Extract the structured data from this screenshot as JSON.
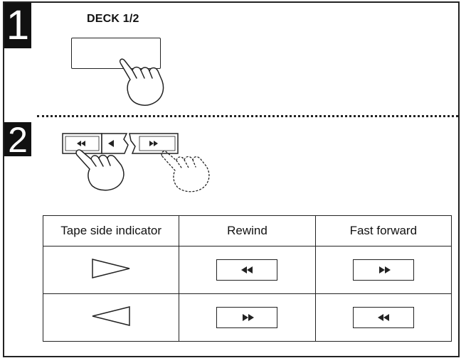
{
  "steps": {
    "step1_number": "1",
    "step2_number": "2"
  },
  "deck": {
    "label": "DECK 1/2"
  },
  "table": {
    "headers": [
      "Tape side indicator",
      "Rewind",
      "Fast forward"
    ],
    "rows": [
      {
        "indicator": "triangle-right",
        "rewind": "rewind-double-left",
        "fast_forward": "fast-forward-double-right"
      },
      {
        "indicator": "triangle-left",
        "rewind": "fast-forward-double-right",
        "fast_forward": "rewind-double-left"
      }
    ]
  },
  "icons": {
    "hand": "pointing-hand-icon",
    "hand_dotted": "pointing-hand-dotted-icon",
    "rewind": "rewind-icon",
    "reverse_play": "reverse-play-icon",
    "fast_forward": "fast-forward-icon"
  }
}
